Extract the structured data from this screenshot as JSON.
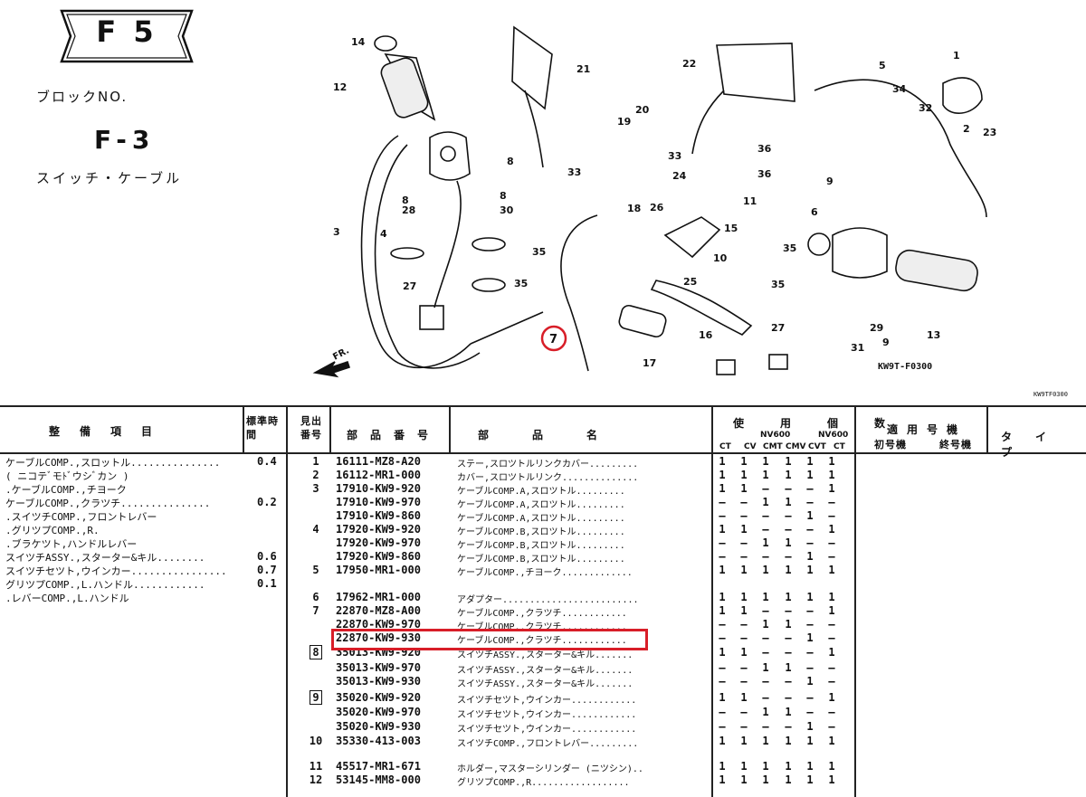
{
  "header": {
    "plate": "F 5",
    "block_label": "ブロックNO.",
    "block_code": "F-3",
    "section_title": "スイッチ・ケーブル"
  },
  "diagram": {
    "code": "KW9T-F0300",
    "corner_code": "KW9TF0300",
    "front_label": "FR.",
    "callouts": [
      "1",
      "2",
      "3",
      "4",
      "5",
      "6",
      "7",
      "8",
      "9",
      "10",
      "11",
      "12",
      "13",
      "14",
      "15",
      "16",
      "17",
      "18",
      "19",
      "20",
      "21",
      "22",
      "23",
      "24",
      "25",
      "26",
      "27",
      "28",
      "29",
      "30",
      "31",
      "32",
      "33",
      "34",
      "35",
      "36"
    ],
    "highlighted_callout": "7"
  },
  "table_header": {
    "service_item": "整備項目",
    "standard_time": "標準時間",
    "ref_no": "見出番号",
    "part_no": "部品番号",
    "part_name": "部品名",
    "qty_group": "使用個数",
    "nv600_1": "NV600",
    "nv600_2": "NV600",
    "cols": [
      "CT",
      "CV",
      "CMT",
      "CMV",
      "CVT",
      "CT"
    ],
    "applicable": "適用号機",
    "first": "初号機",
    "last": "終号機",
    "type": "タイプ"
  },
  "labor": [
    {
      "text": "ケーブルCOMP.,スロットル...............",
      "time": "0.4"
    },
    {
      "text": "( ニコテﾞモﾄﾞウシﾞカン )",
      "time": ""
    },
    {
      "text": ".ケーブルCOMP.,チヨーク",
      "time": ""
    },
    {
      "text": "ケーブルCOMP.,クラツチ...............",
      "time": "0.2"
    },
    {
      "text": ".スイツチCOMP.,フロントレバー",
      "time": ""
    },
    {
      "text": ".グリツプCOMP.,R.",
      "time": ""
    },
    {
      "text": ".ブラケツト,ハンドルレバー",
      "time": ""
    },
    {
      "text": "スイツチASSY.,スターター&キル........",
      "time": "0.6"
    },
    {
      "text": "スイツチセツト,ウインカー................",
      "time": "0.7"
    },
    {
      "text": "グリツプCOMP.,L.ハンドル............",
      "time": "0.1"
    },
    {
      "text": ".レバーCOMP.,L.ハンドル",
      "time": ""
    }
  ],
  "parts": [
    {
      "ref": "1",
      "boxed": false,
      "pn": "16111-MZ8-A20",
      "name": "ステー,スロツトルリンクカバー.........",
      "qty": [
        "1",
        "1",
        "1",
        "1",
        "1",
        "1"
      ]
    },
    {
      "ref": "2",
      "boxed": false,
      "pn": "16112-MR1-000",
      "name": "カバー,スロツトルリンク..............",
      "qty": [
        "1",
        "1",
        "1",
        "1",
        "1",
        "1"
      ]
    },
    {
      "ref": "3",
      "boxed": false,
      "pn": "17910-KW9-920",
      "name": "ケーブルCOMP.A,スロツトル.........",
      "qty": [
        "1",
        "1",
        "–",
        "–",
        "–",
        "1"
      ]
    },
    {
      "ref": "",
      "boxed": false,
      "pn": "17910-KW9-970",
      "name": "ケーブルCOMP.A,スロツトル.........",
      "qty": [
        "–",
        "–",
        "1",
        "1",
        "–",
        "–"
      ]
    },
    {
      "ref": "",
      "boxed": false,
      "pn": "17910-KW9-860",
      "name": "ケーブルCOMP.A,スロツトル.........",
      "qty": [
        "–",
        "–",
        "–",
        "–",
        "1",
        "–"
      ]
    },
    {
      "ref": "4",
      "boxed": false,
      "pn": "17920-KW9-920",
      "name": "ケーブルCOMP.B,スロツトル.........",
      "qty": [
        "1",
        "1",
        "–",
        "–",
        "–",
        "1"
      ]
    },
    {
      "ref": "",
      "boxed": false,
      "pn": "17920-KW9-970",
      "name": "ケーブルCOMP.B,スロツトル.........",
      "qty": [
        "–",
        "–",
        "1",
        "1",
        "–",
        "–"
      ]
    },
    {
      "ref": "",
      "boxed": false,
      "pn": "17920-KW9-860",
      "name": "ケーブルCOMP.B,スロツトル.........",
      "qty": [
        "–",
        "–",
        "–",
        "–",
        "1",
        "–"
      ]
    },
    {
      "ref": "5",
      "boxed": false,
      "pn": "17950-MR1-000",
      "name": "ケーブルCOMP.,チヨーク.............",
      "qty": [
        "1",
        "1",
        "1",
        "1",
        "1",
        "1"
      ]
    },
    {
      "ref": "6",
      "boxed": false,
      "pn": "17962-MR1-000",
      "name": "アダプター.........................",
      "qty": [
        "1",
        "1",
        "1",
        "1",
        "1",
        "1"
      ]
    },
    {
      "ref": "7",
      "boxed": false,
      "pn": "22870-MZ8-A00",
      "name": "ケーブルCOMP.,クラツチ............",
      "qty": [
        "1",
        "1",
        "–",
        "–",
        "–",
        "1"
      ]
    },
    {
      "ref": "",
      "boxed": false,
      "pn": "22870-KW9-970",
      "name": "ケーブルCOMP.,クラツチ............",
      "qty": [
        "–",
        "–",
        "1",
        "1",
        "–",
        "–"
      ]
    },
    {
      "ref": "",
      "boxed": false,
      "pn": "22870-KW9-930",
      "name": "ケーブルCOMP.,クラツチ............",
      "qty": [
        "–",
        "–",
        "–",
        "–",
        "1",
        "–"
      ]
    },
    {
      "ref": "8",
      "boxed": true,
      "pn": "35013-KW9-920",
      "name": "スイツチASSY.,スターター&キル.......",
      "qty": [
        "1",
        "1",
        "–",
        "–",
        "–",
        "1"
      ]
    },
    {
      "ref": "",
      "boxed": false,
      "pn": "35013-KW9-970",
      "name": "スイツチASSY.,スターター&キル.......",
      "qty": [
        "–",
        "–",
        "1",
        "1",
        "–",
        "–"
      ]
    },
    {
      "ref": "",
      "boxed": false,
      "pn": "35013-KW9-930",
      "name": "スイツチASSY.,スターター&キル.......",
      "qty": [
        "–",
        "–",
        "–",
        "–",
        "1",
        "–"
      ]
    },
    {
      "ref": "9",
      "boxed": true,
      "pn": "35020-KW9-920",
      "name": "スイツチセツト,ウインカー............",
      "qty": [
        "1",
        "1",
        "–",
        "–",
        "–",
        "1"
      ]
    },
    {
      "ref": "",
      "boxed": false,
      "pn": "35020-KW9-970",
      "name": "スイツチセツト,ウインカー............",
      "qty": [
        "–",
        "–",
        "1",
        "1",
        "–",
        "–"
      ]
    },
    {
      "ref": "",
      "boxed": false,
      "pn": "35020-KW9-930",
      "name": "スイツチセツト,ウインカー............",
      "qty": [
        "–",
        "–",
        "–",
        "–",
        "1",
        "–"
      ]
    },
    {
      "ref": "10",
      "boxed": false,
      "pn": "35330-413-003",
      "name": "スイツチCOMP.,フロントレバー.........",
      "qty": [
        "1",
        "1",
        "1",
        "1",
        "1",
        "1"
      ]
    },
    {
      "ref": "11",
      "boxed": false,
      "pn": "45517-MR1-671",
      "name": "ホルダー,マスターシリンダー (ニツシン)..",
      "qty": [
        "1",
        "1",
        "1",
        "1",
        "1",
        "1"
      ]
    },
    {
      "ref": "12",
      "boxed": false,
      "pn": "53145-MM8-000",
      "name": "グリツプCOMP.,R..................",
      "qty": [
        "1",
        "1",
        "1",
        "1",
        "1",
        "1"
      ]
    }
  ],
  "colors": {
    "highlight": "#d81e28",
    "ink": "#111111"
  }
}
